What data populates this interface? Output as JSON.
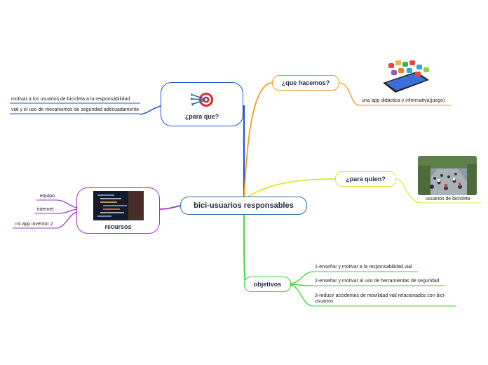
{
  "central": {
    "label": "bici-usuarios responsables",
    "color": "#2a6fb0"
  },
  "branches": {
    "para_que": {
      "label": "¿para que?",
      "color": "#1e55d6",
      "icon": "target-darts-icon",
      "leaves": [
        "motivar a los usuarios de bicicleta a la responsabilidad",
        "vial y el uso de mecanismos de seguridad adecuadamente"
      ]
    },
    "que_hacemos": {
      "label": "¿que hacemos?",
      "color": "#f39a1c",
      "icon": "smartphone-apps-icon",
      "leaves": [
        "una app didáctica y informativa(juego)"
      ]
    },
    "para_quien": {
      "label": "¿para quien?",
      "color": "#d8e82a",
      "icon": "cyclists-photo",
      "leaves": [
        "usuarios de bicicleta"
      ]
    },
    "recursos": {
      "label": "recursos",
      "color": "#a62fd6",
      "icon": "code-screen-icon",
      "leaves": [
        "equipo",
        "internet",
        "mi app inventor 2"
      ]
    },
    "objetivos": {
      "label": "objetivos",
      "color": "#37d42c",
      "leaves": [
        "1-enseñar y motivar a la responsabilidad vial",
        "2-enseñar y motivar al uso de herramientas de seguridad",
        "3-reducir accidentes de movilidad vial relacionados con bici-",
        "usuarios"
      ]
    }
  }
}
